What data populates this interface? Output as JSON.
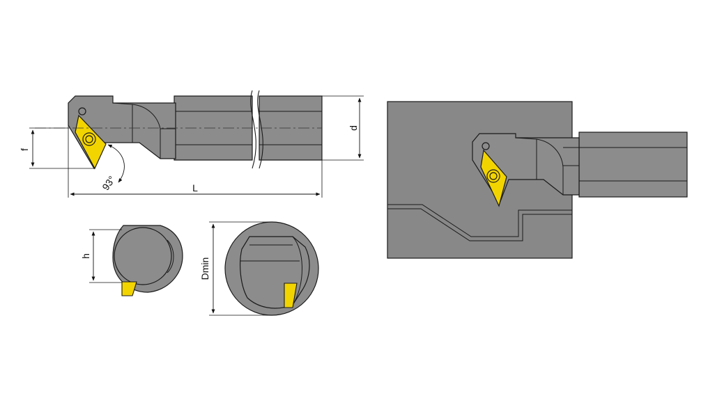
{
  "dimensions": {
    "f": "f",
    "d": "d",
    "L": "L",
    "angle": "93°",
    "h": "h",
    "dmin": "Dmin"
  },
  "colors": {
    "body": "#8c8c8c",
    "body_light": "#9a9a9a",
    "insert": "#f2d400",
    "outline": "#1a1a1a",
    "bore": "#888888"
  }
}
